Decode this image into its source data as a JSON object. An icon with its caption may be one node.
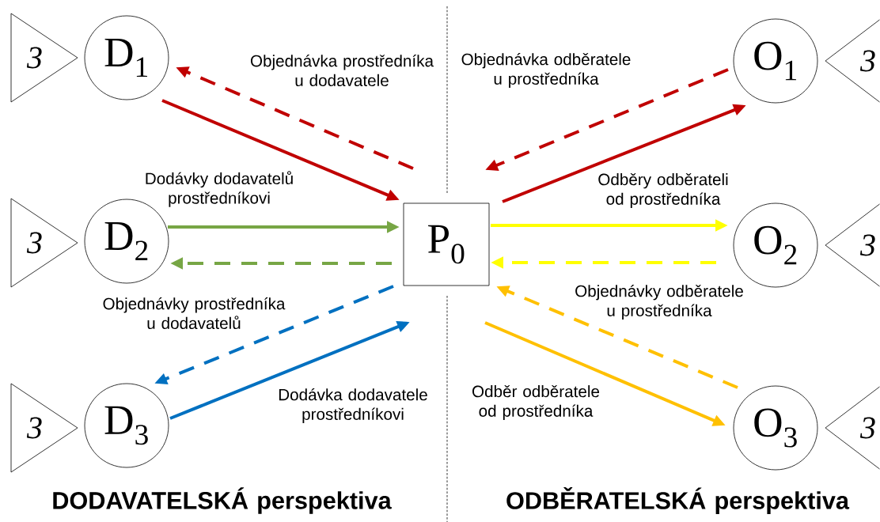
{
  "diagram": {
    "nodes": [
      {
        "text": [
          "3"
        ]
      },
      {
        "text": [
          "D$_{1}$"
        ]
      },
      {
        "text": [
          "3"
        ]
      },
      {
        "text": [
          "D$_{2}$"
        ]
      },
      {
        "text": [
          "3"
        ]
      },
      {
        "text": [
          "D$_{3}$"
        ]
      },
      {
        "text": [
          "P$_{0}$"
        ]
      },
      {
        "text": [
          "O$_{1}$"
        ]
      },
      {
        "text": [
          "3"
        ]
      },
      {
        "text": [
          "O$_{2}$"
        ]
      },
      {
        "text": [
          "3"
        ]
      },
      {
        "text": [
          "O$_{3}$"
        ]
      },
      {
        "text": [
          "3"
        ]
      }
    ],
    "edges": [
      {
        "from": 1,
        "to": 6,
        "arrow": "to",
        "color": "#c00000"
      },
      {
        "from": 6,
        "to": 1,
        "arrow": "to",
        "style": "dashed",
        "color": "#c00000"
      },
      {
        "from": 3,
        "to": 6,
        "arrow": "to",
        "color": "#77a645"
      },
      {
        "from": 6,
        "to": 3,
        "arrow": "to",
        "style": "dashed",
        "color": "#77a645"
      },
      {
        "from": 6,
        "to": 5,
        "arrow": "to",
        "style": "dashed",
        "color": "#0070c0"
      },
      {
        "from": 5,
        "to": 6,
        "arrow": "to",
        "color": "#0070c0"
      },
      {
        "from": 7,
        "to": 6,
        "arrow": "to",
        "style": "dashed",
        "color": "#c00000"
      },
      {
        "from": 6,
        "to": 7,
        "arrow": "to",
        "color": "#c00000"
      },
      {
        "from": 6,
        "to": 9,
        "arrow": "to",
        "color": "#ffff00"
      },
      {
        "from": 9,
        "to": 6,
        "arrow": "to",
        "style": "dashed",
        "color": "#ffff00"
      },
      {
        "from": 11,
        "to": 6,
        "arrow": "to",
        "style": "dashed",
        "color": "#ffc000"
      },
      {
        "from": 6,
        "to": 11,
        "arrow": "to",
        "color": "#ffc000"
      }
    ],
    "labels": [
      "Objednávka prostředníka u dodavatele",
      "Objednávka odběratele u prostředníka",
      "Dodávky dodavatelů prostředníkovi",
      "Odběry odběrateli od prostředníka",
      "Objednávky prostředníka u dodavatelů",
      "Objednávky odběratele u prostředníka",
      "Dodávka dodavatele prostředníkovi",
      "Odběr odběratele od prostředníka",
      "DODAVATELSKÁ perspektiva",
      "ODBĚRATELSKÁ perspektiva"
    ]
  }
}
